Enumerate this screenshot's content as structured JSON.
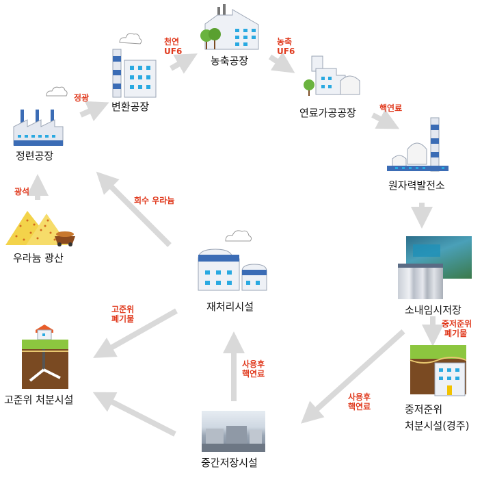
{
  "nodes": {
    "mine": "우라늄 광산",
    "refining": "정련공장",
    "conversion": "변환공장",
    "enrichment": "농축공장",
    "fuel_fab": "연료가공공장",
    "npp": "원자력발전소",
    "onsite_storage": "소내임시저장",
    "reprocessing": "재처리시설",
    "hlw_disposal": "고준위 처분시설",
    "interim_storage": "중간저장시설",
    "ilw_disposal_line1": "중저준위",
    "ilw_disposal_line2": "처분시설(경주)"
  },
  "flows": {
    "ore": "광석",
    "concentrate": "정광",
    "natural_uf6_line1": "천연",
    "natural_uf6_line2": "UF6",
    "enriched_uf6_line1": "농축",
    "enriched_uf6_line2": "UF6",
    "fuel": "핵연료",
    "recovered_uranium": "회수 우라늄",
    "hlw_line1": "고준위",
    "hlw_line2": "폐기물",
    "ilw_line1": "중저준위",
    "ilw_line2": "폐기물",
    "spent_fuel_a_line1": "사용후",
    "spent_fuel_a_line2": "핵연료",
    "spent_fuel_b_line1": "사용후",
    "spent_fuel_b_line2": "핵연료"
  },
  "colors": {
    "flow_label": "#e03a1e",
    "arrow": "#d9d9d9",
    "building_blue": "#3b6cb5",
    "window_cyan": "#29a9e1",
    "tree_green": "#6ab33f"
  }
}
